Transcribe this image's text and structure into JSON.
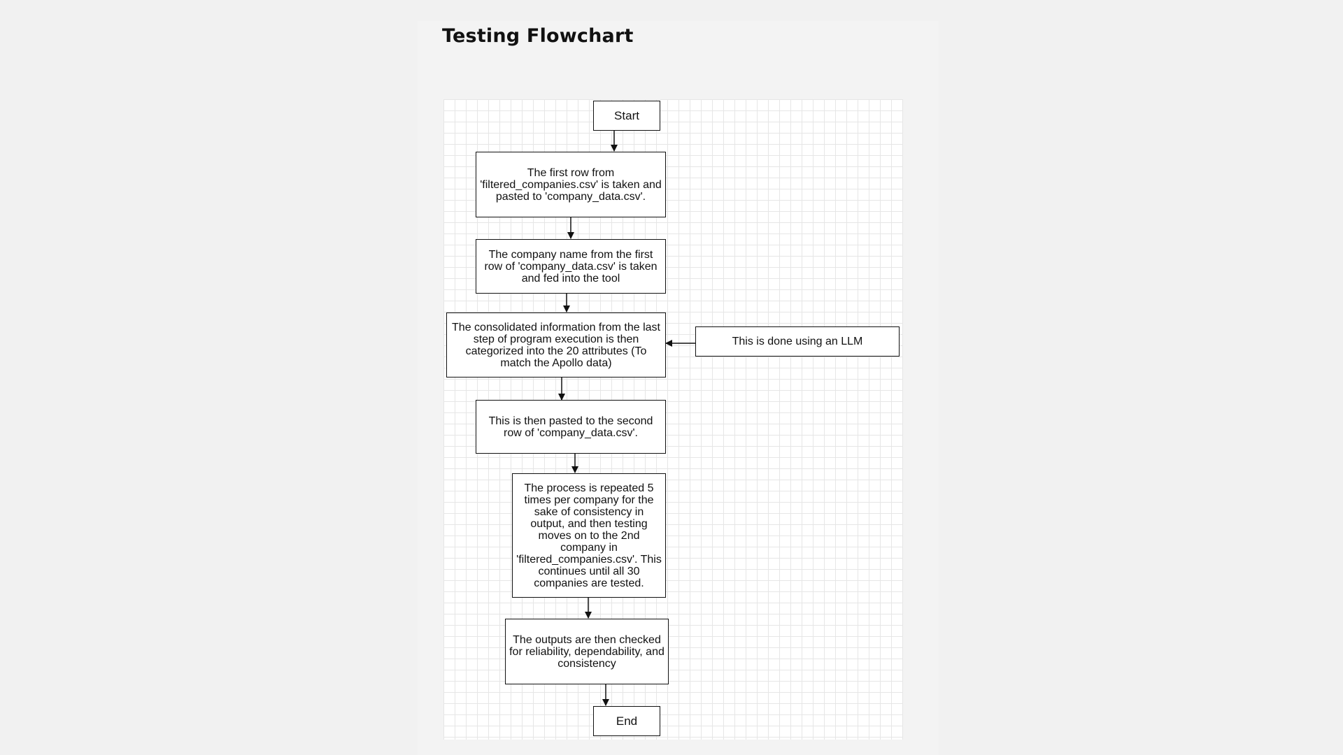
{
  "title": "Testing Flowchart",
  "nodes": {
    "start": "Start",
    "step1": "The first row from 'filtered_companies.csv' is taken and pasted to 'company_data.csv'.",
    "step2": "The company name from the first row of 'company_data.csv' is taken and fed into the tool",
    "step3": "The consolidated information from the last step of program execution is then categorized into the 20 attributes (To match the Apollo data)",
    "llm_note": "This is done using an LLM",
    "step4": "This is then pasted to the second row of 'company_data.csv'.",
    "step5": "The process is repeated 5 times per company for the sake of consistency in output, and then testing moves on to the 2nd company in 'filtered_companies.csv'. This continues until all 30 companies are tested.",
    "step6": "The outputs are then checked for reliability, dependability, and consistency",
    "end": "End"
  }
}
